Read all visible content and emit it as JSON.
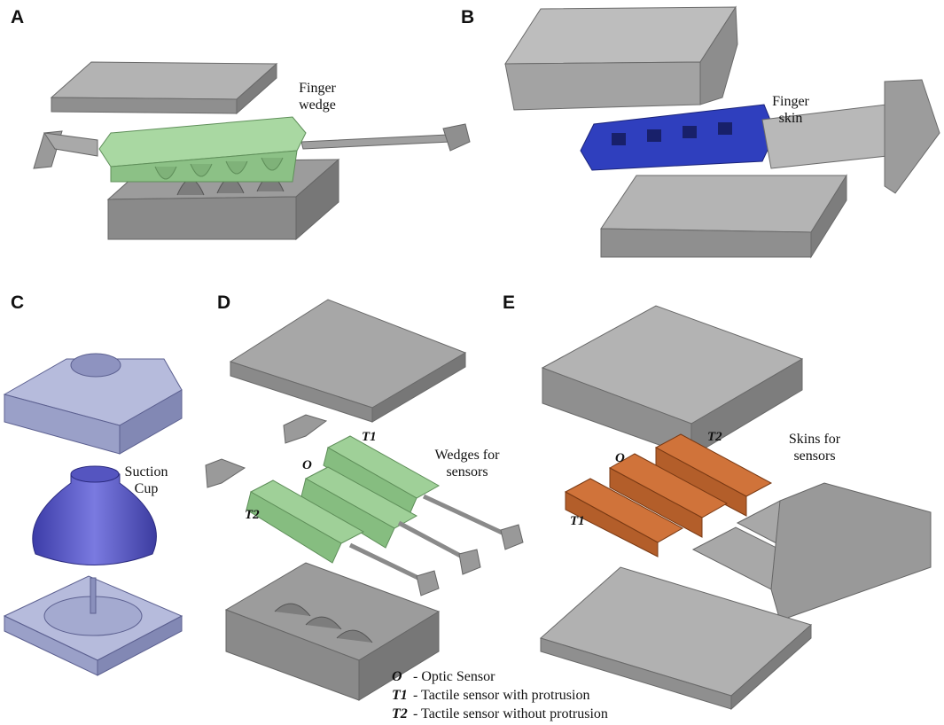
{
  "panels": {
    "A": {
      "letter": "A",
      "label_line1": "Finger",
      "label_line2": "wedge"
    },
    "B": {
      "letter": "B",
      "label_line1": "Finger",
      "label_line2": "skin"
    },
    "C": {
      "letter": "C",
      "label_line1": "Suction",
      "label_line2": "Cup"
    },
    "D": {
      "letter": "D",
      "label_line1": "Wedges for",
      "label_line2": "sensors",
      "tag_t1": "T1",
      "tag_o": "O",
      "tag_t2": "T2"
    },
    "E": {
      "letter": "E",
      "label_line1": "Skins for",
      "label_line2": "sensors",
      "tag_t2": "T2",
      "tag_o": "O",
      "tag_t1": "T1"
    }
  },
  "legend": [
    {
      "symbol": "O",
      "text": "- Optic Sensor"
    },
    {
      "symbol": "T1",
      "text": "- Tactile sensor with protrusion"
    },
    {
      "symbol": "T2",
      "text": "- Tactile sensor without protrusion"
    }
  ],
  "colors": {
    "mold_gray": "#a6a6a6",
    "wedge_green": "#9fcf98",
    "skin_blue": "#2a3ab0",
    "suction_purple": "#5a5ac8",
    "mold_lavender": "#aab0d4",
    "skin_orange": "#c8652a"
  }
}
